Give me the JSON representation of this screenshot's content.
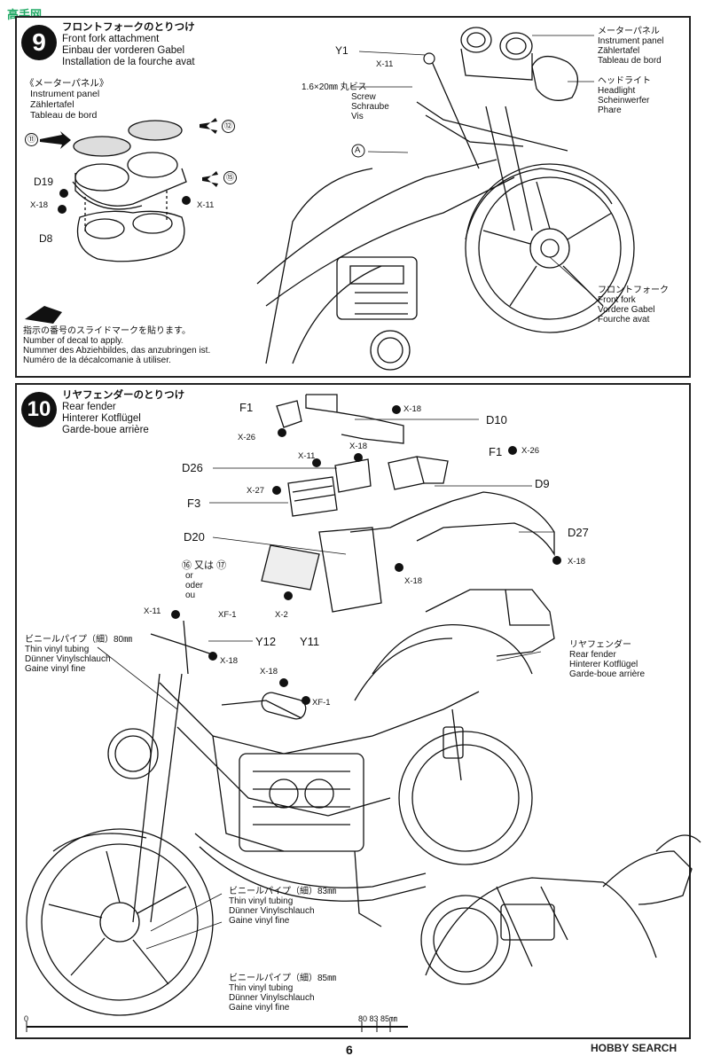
{
  "watermark": {
    "top_left": "高手网"
  },
  "step9": {
    "number": "9",
    "title_jp": "フロントフォークのとりつけ",
    "title_en": "Front fork attachment",
    "title_de": "Einbau der vorderen Gabel",
    "title_fr": "Installation de la fourche avat",
    "sub_jp": "《メーターパネル》",
    "sub_en": "Instrument panel",
    "sub_de": "Zählertafel",
    "sub_fr": "Tableau de bord",
    "decals": {
      "d11": "⑪",
      "d12": "⑫",
      "d15": "⑮"
    },
    "parts": {
      "d19": "D19",
      "x18": "X-18",
      "x11a": "X-11",
      "d8": "D8",
      "y1": "Y1",
      "x11b": "X-11",
      "a": "A"
    },
    "screw_jp": "1.6×20㎜ 丸ビス",
    "screw_en": "Screw",
    "screw_de": "Schraube",
    "screw_fr": "Vis",
    "meter_jp": "メーターパネル",
    "meter_en": "Instrument panel",
    "meter_de": "Zählertafel",
    "meter_fr": "Tableau de bord",
    "head_jp": "ヘッドライト",
    "head_en": "Headlight",
    "head_de": "Scheinwerfer",
    "head_fr": "Phare",
    "fork_jp": "フロントフォーク",
    "fork_en": "Front fork",
    "fork_de": "Vordere Gabel",
    "fork_fr": "Fourche avat",
    "note_jp": "指示の番号のスライドマークを貼ります。",
    "note_en": "Number of decal to apply.",
    "note_de": "Nummer des Abziehbildes, das anzubringen ist.",
    "note_fr": "Numéro de la décalcomanie à utiliser."
  },
  "step10": {
    "number": "10",
    "title_jp": "リヤフェンダーのとりつけ",
    "title_en": "Rear fender",
    "title_de": "Hinterer Kotflügel",
    "title_fr": "Garde-boue arrière",
    "parts": {
      "f1a": "F1",
      "x18a": "X-18",
      "x26a": "X-26",
      "d10": "D10",
      "x11": "X-11",
      "x18b": "X-18",
      "f1b": "F1",
      "x26b": "X-26",
      "d26": "D26",
      "d9": "D9",
      "x27": "X-27",
      "f3": "F3",
      "d20": "D20",
      "d27": "D27",
      "x18c": "X-18",
      "x18d": "X-18",
      "x2": "X-2",
      "x11b": "X-11",
      "xf1a": "XF-1",
      "y12": "Y12",
      "y11": "Y11",
      "x18e": "X-18",
      "x18f": "X-18",
      "xf1b": "XF-1"
    },
    "decal_or": "⑯ 又は ⑰",
    "decal_or_de": "or",
    "decal_or_oder": "oder",
    "decal_or_fr": "ou",
    "tube80_jp": "ビニールパイプ（細）80㎜",
    "tube80_en": "Thin vinyl tubing",
    "tube80_de": "Dünner Vinylschlauch",
    "tube80_fr": "Gaine vinyl fine",
    "fender_jp": "リヤフェンダー",
    "fender_en": "Rear fender",
    "fender_de": "Hinterer Kotflügel",
    "fender_fr": "Garde-boue arrière",
    "tube83_jp": "ビニールパイプ（細）83㎜",
    "tube83_en": "Thin vinyl tubing",
    "tube83_de": "Dünner Vinylschlauch",
    "tube83_fr": "Gaine vinyl fine",
    "tube85_jp": "ビニールパイプ（細）85㎜",
    "tube85_en": "Thin vinyl tubing",
    "tube85_de": "Dünner Vinylschlauch",
    "tube85_fr": "Gaine vinyl fine",
    "ruler_zero": "0",
    "ruler_marks": "80 83 85㎜"
  },
  "footer": {
    "page_number": "6",
    "brand": "HOBBY SEARCH"
  }
}
